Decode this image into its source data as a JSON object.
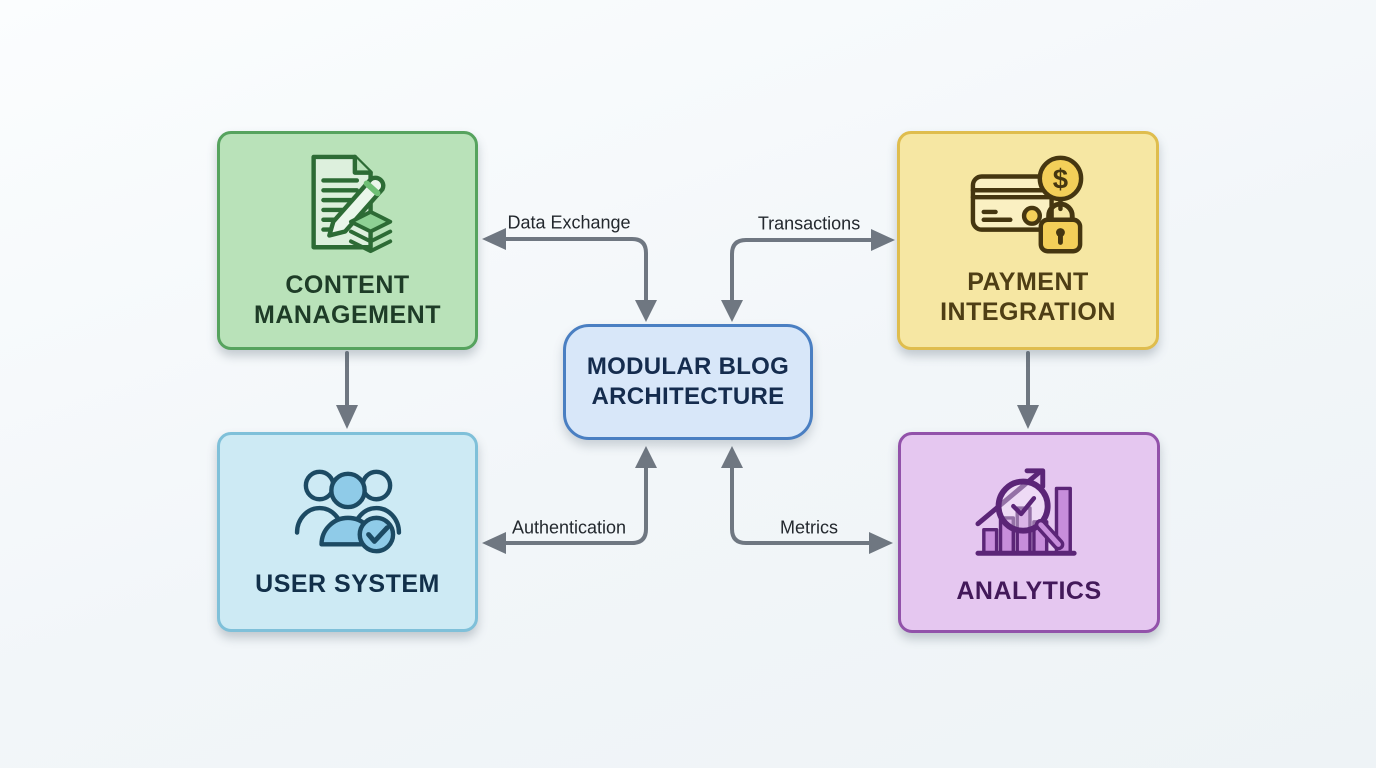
{
  "background": "#f2f6f9",
  "arrow_color": "#6f7781",
  "center_node": {
    "label": "MODULAR BLOG ARCHITECTURE",
    "fill": "#d8e7f9",
    "border": "#4a7fc2",
    "text_color": "#152c4e"
  },
  "nodes": [
    {
      "id": "content-management",
      "label": "CONTENT MANAGEMENT",
      "icon": "document-edit-icon",
      "fill": "#b9e2b9",
      "border": "#56a35e",
      "text_color": "#1e3c27"
    },
    {
      "id": "payment-integration",
      "label": "PAYMENT INTEGRATION",
      "icon": "credit-card-lock-icon",
      "icon_glyph": "$",
      "fill": "#f6e7a3",
      "border": "#dfbd4e",
      "text_color": "#4e3e15"
    },
    {
      "id": "user-system",
      "label": "USER SYSTEM",
      "icon": "users-check-icon",
      "fill": "#cdeaf4",
      "border": "#7fc0d9",
      "text_color": "#12304a"
    },
    {
      "id": "analytics",
      "label": "ANALYTICS",
      "icon": "chart-magnifier-icon",
      "fill": "#e5c7f0",
      "border": "#9252aa",
      "text_color": "#43195a"
    }
  ],
  "edges": [
    {
      "label": "Data Exchange",
      "between": [
        "center",
        "content-management"
      ],
      "direction": "bidirectional"
    },
    {
      "label": "Transactions",
      "between": [
        "center",
        "payment-integration"
      ],
      "direction": "bidirectional"
    },
    {
      "label": "Authentication",
      "between": [
        "center",
        "user-system"
      ],
      "direction": "bidirectional"
    },
    {
      "label": "Metrics",
      "between": [
        "center",
        "analytics"
      ],
      "direction": "bidirectional"
    },
    {
      "label": "",
      "between": [
        "content-management",
        "user-system"
      ],
      "direction": "down"
    },
    {
      "label": "",
      "between": [
        "payment-integration",
        "analytics"
      ],
      "direction": "down"
    }
  ]
}
